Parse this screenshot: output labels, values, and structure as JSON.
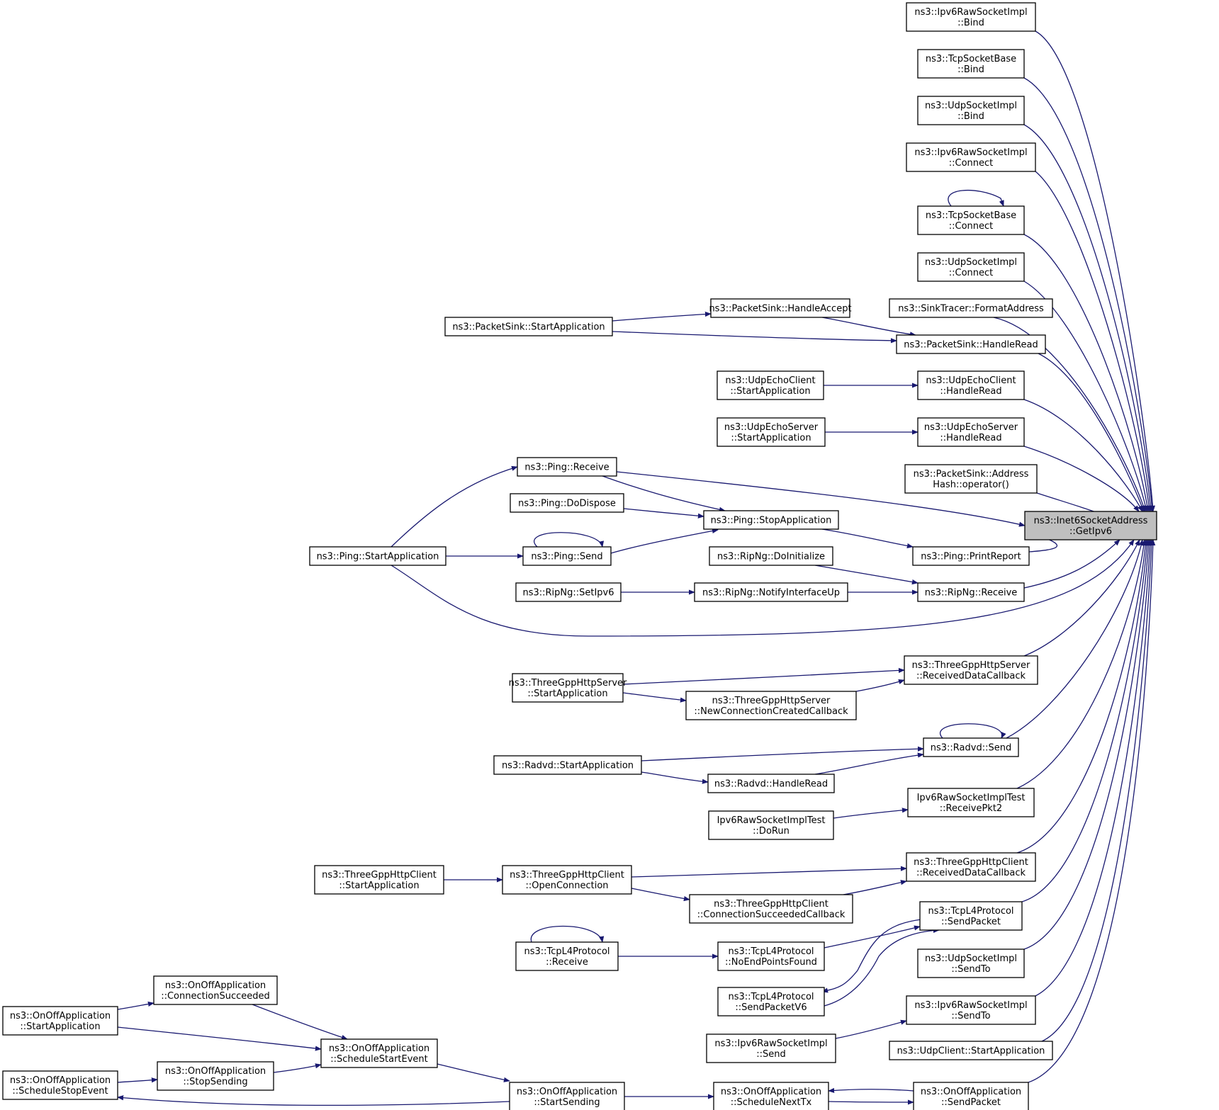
{
  "graph": {
    "title": "",
    "focus_node": "n_focus",
    "nodes": [
      {
        "id": "n_focus",
        "lines": [
          "ns3::Inet6SocketAddress",
          "::GetIpv6"
        ]
      },
      {
        "id": "n_raw_bind",
        "lines": [
          "ns3::Ipv6RawSocketImpl",
          "::Bind"
        ]
      },
      {
        "id": "n_tcp_bind",
        "lines": [
          "ns3::TcpSocketBase",
          "::Bind"
        ]
      },
      {
        "id": "n_udp_bind",
        "lines": [
          "ns3::UdpSocketImpl",
          "::Bind"
        ]
      },
      {
        "id": "n_raw_connect",
        "lines": [
          "ns3::Ipv6RawSocketImpl",
          "::Connect"
        ]
      },
      {
        "id": "n_tcp_connect",
        "lines": [
          "ns3::TcpSocketBase",
          "::Connect"
        ]
      },
      {
        "id": "n_udp_connect",
        "lines": [
          "ns3::UdpSocketImpl",
          "::Connect"
        ]
      },
      {
        "id": "n_sinktracer",
        "lines": [
          "ns3::SinkTracer::FormatAddress"
        ]
      },
      {
        "id": "n_ps_accept",
        "lines": [
          "ns3::PacketSink::HandleAccept"
        ]
      },
      {
        "id": "n_ps_start",
        "lines": [
          "ns3::PacketSink::StartApplication"
        ]
      },
      {
        "id": "n_ps_read",
        "lines": [
          "ns3::PacketSink::HandleRead"
        ]
      },
      {
        "id": "n_uec_start",
        "lines": [
          "ns3::UdpEchoClient",
          "::StartApplication"
        ]
      },
      {
        "id": "n_uec_read",
        "lines": [
          "ns3::UdpEchoClient",
          "::HandleRead"
        ]
      },
      {
        "id": "n_ues_start",
        "lines": [
          "ns3::UdpEchoServer",
          "::StartApplication"
        ]
      },
      {
        "id": "n_ues_read",
        "lines": [
          "ns3::UdpEchoServer",
          "::HandleRead"
        ]
      },
      {
        "id": "n_ps_hash",
        "lines": [
          "ns3::PacketSink::Address",
          "Hash::operator()"
        ]
      },
      {
        "id": "n_ping_recv",
        "lines": [
          "ns3::Ping::Receive"
        ]
      },
      {
        "id": "n_ping_dispose",
        "lines": [
          "ns3::Ping::DoDispose"
        ]
      },
      {
        "id": "n_ping_stop",
        "lines": [
          "ns3::Ping::StopApplication"
        ]
      },
      {
        "id": "n_ping_start",
        "lines": [
          "ns3::Ping::StartApplication"
        ]
      },
      {
        "id": "n_ping_send",
        "lines": [
          "ns3::Ping::Send"
        ]
      },
      {
        "id": "n_ping_report",
        "lines": [
          "ns3::Ping::PrintReport"
        ]
      },
      {
        "id": "n_rip_init",
        "lines": [
          "ns3::RipNg::DoInitialize"
        ]
      },
      {
        "id": "n_rip_setipv6",
        "lines": [
          "ns3::RipNg::SetIpv6"
        ]
      },
      {
        "id": "n_rip_notify",
        "lines": [
          "ns3::RipNg::NotifyInterfaceUp"
        ]
      },
      {
        "id": "n_rip_recv",
        "lines": [
          "ns3::RipNg::Receive"
        ]
      },
      {
        "id": "n_hs_recv",
        "lines": [
          "ns3::ThreeGppHttpServer",
          "::ReceivedDataCallback"
        ]
      },
      {
        "id": "n_hs_start",
        "lines": [
          "ns3::ThreeGppHttpServer",
          "::StartApplication"
        ]
      },
      {
        "id": "n_hs_newconn",
        "lines": [
          "ns3::ThreeGppHttpServer",
          "::NewConnectionCreatedCallback"
        ]
      },
      {
        "id": "n_radvd_send",
        "lines": [
          "ns3::Radvd::Send"
        ]
      },
      {
        "id": "n_radvd_start",
        "lines": [
          "ns3::Radvd::StartApplication"
        ]
      },
      {
        "id": "n_radvd_read",
        "lines": [
          "ns3::Radvd::HandleRead"
        ]
      },
      {
        "id": "n_rawtest_pkt2",
        "lines": [
          "Ipv6RawSocketImplTest",
          "::ReceivePkt2"
        ]
      },
      {
        "id": "n_rawtest_run",
        "lines": [
          "Ipv6RawSocketImplTest",
          "::DoRun"
        ]
      },
      {
        "id": "n_hc_recv",
        "lines": [
          "ns3::ThreeGppHttpClient",
          "::ReceivedDataCallback"
        ]
      },
      {
        "id": "n_hc_start",
        "lines": [
          "ns3::ThreeGppHttpClient",
          "::StartApplication"
        ]
      },
      {
        "id": "n_hc_open",
        "lines": [
          "ns3::ThreeGppHttpClient",
          "::OpenConnection"
        ]
      },
      {
        "id": "n_hc_succ",
        "lines": [
          "ns3::ThreeGppHttpClient",
          "::ConnectionSucceededCallback"
        ]
      },
      {
        "id": "n_tcpl4_send",
        "lines": [
          "ns3::TcpL4Protocol",
          "::SendPacket"
        ]
      },
      {
        "id": "n_tcpl4_recv",
        "lines": [
          "ns3::TcpL4Protocol",
          "::Receive"
        ]
      },
      {
        "id": "n_tcpl4_noep",
        "lines": [
          "ns3::TcpL4Protocol",
          "::NoEndPointsFound"
        ]
      },
      {
        "id": "n_tcpl4_sendv6",
        "lines": [
          "ns3::TcpL4Protocol",
          "::SendPacketV6"
        ]
      },
      {
        "id": "n_udp_sendto",
        "lines": [
          "ns3::UdpSocketImpl",
          "::SendTo"
        ]
      },
      {
        "id": "n_raw_sendto",
        "lines": [
          "ns3::Ipv6RawSocketImpl",
          "::SendTo"
        ]
      },
      {
        "id": "n_raw_send",
        "lines": [
          "ns3::Ipv6RawSocketImpl",
          "::Send"
        ]
      },
      {
        "id": "n_udpclient_start",
        "lines": [
          "ns3::UdpClient::StartApplication"
        ]
      },
      {
        "id": "n_oo_connsucc",
        "lines": [
          "ns3::OnOffApplication",
          "::ConnectionSucceeded"
        ]
      },
      {
        "id": "n_oo_start",
        "lines": [
          "ns3::OnOffApplication",
          "::StartApplication"
        ]
      },
      {
        "id": "n_oo_schedstart",
        "lines": [
          "ns3::OnOffApplication",
          "::ScheduleStartEvent"
        ]
      },
      {
        "id": "n_oo_stopsend",
        "lines": [
          "ns3::OnOffApplication",
          "::StopSending"
        ]
      },
      {
        "id": "n_oo_schedstop",
        "lines": [
          "ns3::OnOffApplication",
          "::ScheduleStopEvent"
        ]
      },
      {
        "id": "n_oo_startsend",
        "lines": [
          "ns3::OnOffApplication",
          "::StartSending"
        ]
      },
      {
        "id": "n_oo_schednext",
        "lines": [
          "ns3::OnOffApplication",
          "::ScheduleNextTx"
        ]
      },
      {
        "id": "n_oo_sendpkt",
        "lines": [
          "ns3::OnOffApplication",
          "::SendPacket"
        ]
      }
    ],
    "edges": [
      {
        "from": "n_raw_bind",
        "to": "n_focus"
      },
      {
        "from": "n_tcp_bind",
        "to": "n_focus"
      },
      {
        "from": "n_udp_bind",
        "to": "n_focus"
      },
      {
        "from": "n_raw_connect",
        "to": "n_focus"
      },
      {
        "from": "n_tcp_connect",
        "to": "n_focus"
      },
      {
        "from": "n_tcp_connect",
        "to": "n_tcp_connect"
      },
      {
        "from": "n_udp_connect",
        "to": "n_focus"
      },
      {
        "from": "n_sinktracer",
        "to": "n_focus"
      },
      {
        "from": "n_ps_start",
        "to": "n_ps_accept"
      },
      {
        "from": "n_ps_accept",
        "to": "n_ps_read"
      },
      {
        "from": "n_ps_start",
        "to": "n_ps_read"
      },
      {
        "from": "n_ps_read",
        "to": "n_focus"
      },
      {
        "from": "n_uec_start",
        "to": "n_uec_read"
      },
      {
        "from": "n_uec_read",
        "to": "n_focus"
      },
      {
        "from": "n_ues_start",
        "to": "n_ues_read"
      },
      {
        "from": "n_ues_read",
        "to": "n_focus"
      },
      {
        "from": "n_ps_hash",
        "to": "n_focus"
      },
      {
        "from": "n_ping_start",
        "to": "n_ping_recv"
      },
      {
        "from": "n_ping_recv",
        "to": "n_focus"
      },
      {
        "from": "n_ping_recv",
        "to": "n_ping_stop"
      },
      {
        "from": "n_ping_dispose",
        "to": "n_ping_stop"
      },
      {
        "from": "n_ping_send",
        "to": "n_ping_stop"
      },
      {
        "from": "n_ping_start",
        "to": "n_ping_send"
      },
      {
        "from": "n_ping_send",
        "to": "n_ping_send"
      },
      {
        "from": "n_ping_stop",
        "to": "n_ping_report"
      },
      {
        "from": "n_ping_report",
        "to": "n_focus"
      },
      {
        "from": "n_ping_start",
        "to": "n_focus"
      },
      {
        "from": "n_rip_init",
        "to": "n_rip_recv"
      },
      {
        "from": "n_rip_setipv6",
        "to": "n_rip_notify"
      },
      {
        "from": "n_rip_notify",
        "to": "n_rip_recv"
      },
      {
        "from": "n_rip_recv",
        "to": "n_focus"
      },
      {
        "from": "n_hs_start",
        "to": "n_hs_recv"
      },
      {
        "from": "n_hs_start",
        "to": "n_hs_newconn"
      },
      {
        "from": "n_hs_newconn",
        "to": "n_hs_recv"
      },
      {
        "from": "n_hs_recv",
        "to": "n_focus"
      },
      {
        "from": "n_radvd_send",
        "to": "n_focus"
      },
      {
        "from": "n_radvd_send",
        "to": "n_radvd_send"
      },
      {
        "from": "n_radvd_start",
        "to": "n_radvd_send"
      },
      {
        "from": "n_radvd_start",
        "to": "n_radvd_read"
      },
      {
        "from": "n_radvd_read",
        "to": "n_radvd_send"
      },
      {
        "from": "n_rawtest_run",
        "to": "n_rawtest_pkt2"
      },
      {
        "from": "n_rawtest_pkt2",
        "to": "n_focus"
      },
      {
        "from": "n_hc_start",
        "to": "n_hc_open"
      },
      {
        "from": "n_hc_open",
        "to": "n_hc_recv"
      },
      {
        "from": "n_hc_open",
        "to": "n_hc_succ"
      },
      {
        "from": "n_hc_succ",
        "to": "n_hc_recv"
      },
      {
        "from": "n_hc_recv",
        "to": "n_focus"
      },
      {
        "from": "n_tcpl4_send",
        "to": "n_focus"
      },
      {
        "from": "n_tcpl4_recv",
        "to": "n_tcpl4_recv"
      },
      {
        "from": "n_tcpl4_recv",
        "to": "n_tcpl4_noep"
      },
      {
        "from": "n_tcpl4_noep",
        "to": "n_tcpl4_send"
      },
      {
        "from": "n_tcpl4_send",
        "to": "n_tcpl4_sendv6"
      },
      {
        "from": "n_tcpl4_sendv6",
        "to": "n_tcpl4_send"
      },
      {
        "from": "n_udp_sendto",
        "to": "n_focus"
      },
      {
        "from": "n_raw_send",
        "to": "n_raw_sendto"
      },
      {
        "from": "n_raw_sendto",
        "to": "n_focus"
      },
      {
        "from": "n_udpclient_start",
        "to": "n_focus"
      },
      {
        "from": "n_oo_start",
        "to": "n_oo_connsucc"
      },
      {
        "from": "n_oo_connsucc",
        "to": "n_oo_schedstart"
      },
      {
        "from": "n_oo_start",
        "to": "n_oo_schedstart"
      },
      {
        "from": "n_oo_stopsend",
        "to": "n_oo_schedstart"
      },
      {
        "from": "n_oo_schedstop",
        "to": "n_oo_stopsend"
      },
      {
        "from": "n_oo_schedstart",
        "to": "n_oo_startsend"
      },
      {
        "from": "n_oo_startsend",
        "to": "n_oo_schedstop"
      },
      {
        "from": "n_oo_startsend",
        "to": "n_oo_schednext"
      },
      {
        "from": "n_oo_schednext",
        "to": "n_oo_sendpkt"
      },
      {
        "from": "n_oo_sendpkt",
        "to": "n_oo_schednext"
      },
      {
        "from": "n_oo_sendpkt",
        "to": "n_focus"
      }
    ]
  }
}
